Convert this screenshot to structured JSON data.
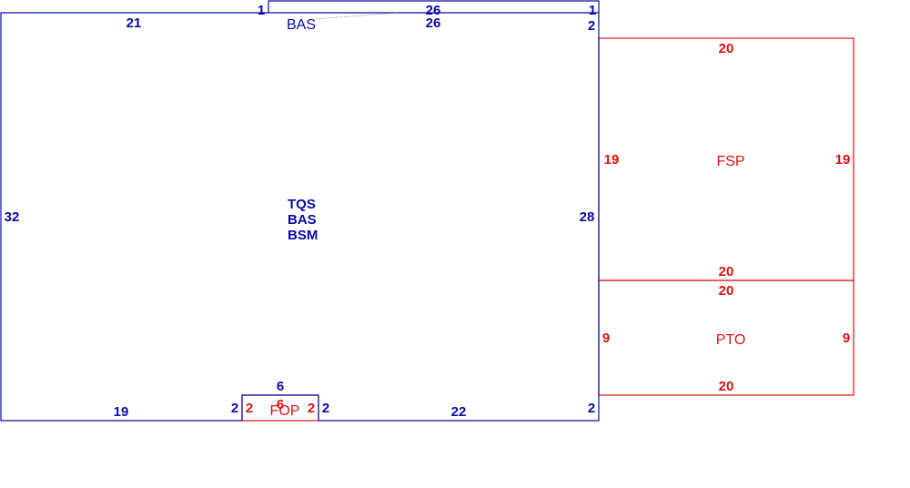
{
  "colors": {
    "primary": "#0a0aa8",
    "secondary": "#dd1111",
    "connector": "#8a8aa0"
  },
  "main": {
    "labels": [
      "TQS",
      "BAS",
      "BSM"
    ],
    "dims": {
      "top_left": "21",
      "top_right": "26",
      "left": "32",
      "right": "28",
      "bottom_left": "19",
      "bottom_right": "22"
    },
    "corners": {
      "top_right": "2",
      "bottom_right": "2"
    },
    "notch": {
      "left": "2",
      "right": "2",
      "top": "6"
    }
  },
  "top_strip": {
    "label": "BAS",
    "dims": {
      "left": "1",
      "top": "26",
      "right": "1"
    }
  },
  "fsp": {
    "label": "FSP",
    "dims": {
      "top": "20",
      "left": "19",
      "right": "19",
      "bottom": "20"
    }
  },
  "pto": {
    "label": "PTO",
    "dims": {
      "top": "20",
      "left": "9",
      "right": "9",
      "bottom": "20"
    }
  },
  "fop": {
    "label": "FOP",
    "dims": {
      "left": "2",
      "top": "6",
      "right": "2"
    }
  }
}
